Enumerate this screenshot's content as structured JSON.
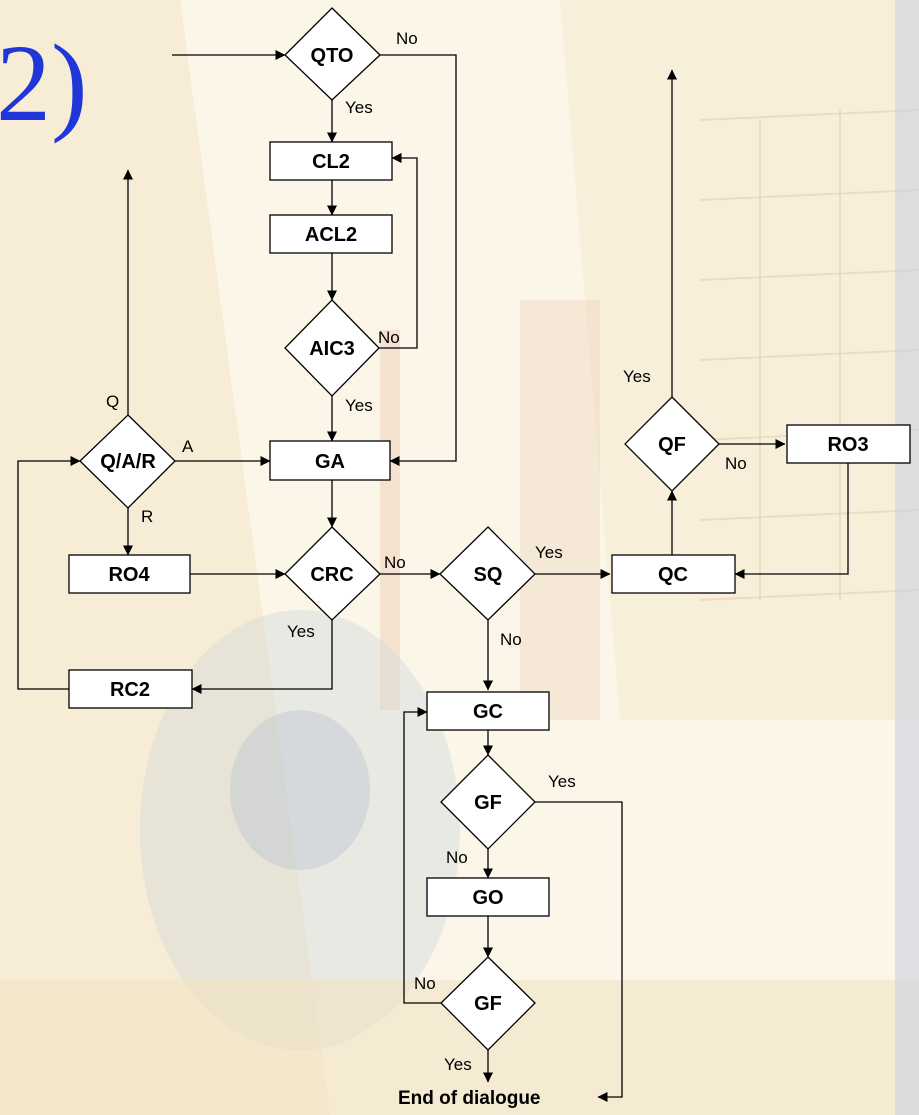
{
  "title": "2)",
  "nodes": {
    "QTO": "QTO",
    "CL2": "CL2",
    "ACL2": "ACL2",
    "AIC3": "AIC3",
    "QAR": "Q/A/R",
    "GA": "GA",
    "RO4": "RO4",
    "CRC": "CRC",
    "RC2": "RC2",
    "SQ": "SQ",
    "QC": "QC",
    "QF": "QF",
    "RO3": "RO3",
    "GC": "GC",
    "GF1": "GF",
    "GO": "GO",
    "GF2": "GF",
    "END": "End of dialogue"
  },
  "edge_labels": {
    "qto_no": "No",
    "qto_yes": "Yes",
    "aic3_no": "No",
    "aic3_yes": "Yes",
    "qar_q": "Q",
    "qar_a": "A",
    "qar_r": "R",
    "crc_no": "No",
    "crc_yes": "Yes",
    "sq_yes": "Yes",
    "sq_no": "No",
    "qf_yes": "Yes",
    "qf_no": "No",
    "gf1_yes": "Yes",
    "gf1_no": "No",
    "gf2_no": "No",
    "gf2_yes": "Yes"
  },
  "colors": {
    "title": "#1f36d8",
    "background": "#fbf6e8",
    "node_fill": "#ffffff",
    "line": "#000000"
  }
}
